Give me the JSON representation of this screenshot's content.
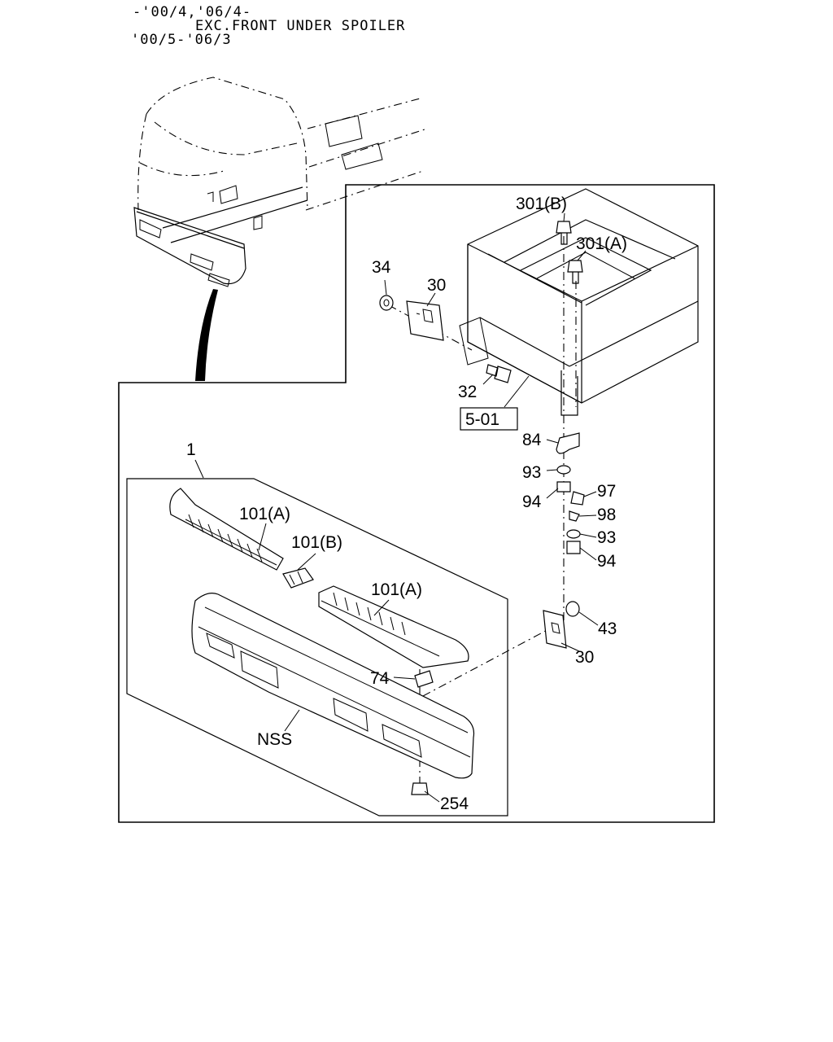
{
  "header": {
    "line1": "-'00/4,'06/4-",
    "line2": "EXC.FRONT UNDER SPOILER",
    "line3": "'00/5-'06/3"
  },
  "callouts": {
    "c301b": "301(B)",
    "c301a": "301(A)",
    "c34": "34",
    "c30_top": "30",
    "c32": "32",
    "c501": "5-01",
    "c84": "84",
    "c93_a": "93",
    "c94_a": "94",
    "c97": "97",
    "c98": "98",
    "c93_b": "93",
    "c94_b": "94",
    "c1": "1",
    "c101a_left": "101(A)",
    "c101b": "101(B)",
    "c101a_right": "101(A)",
    "c43": "43",
    "c30_bottom": "30",
    "c74": "74",
    "nss": "NSS",
    "c254": "254"
  }
}
